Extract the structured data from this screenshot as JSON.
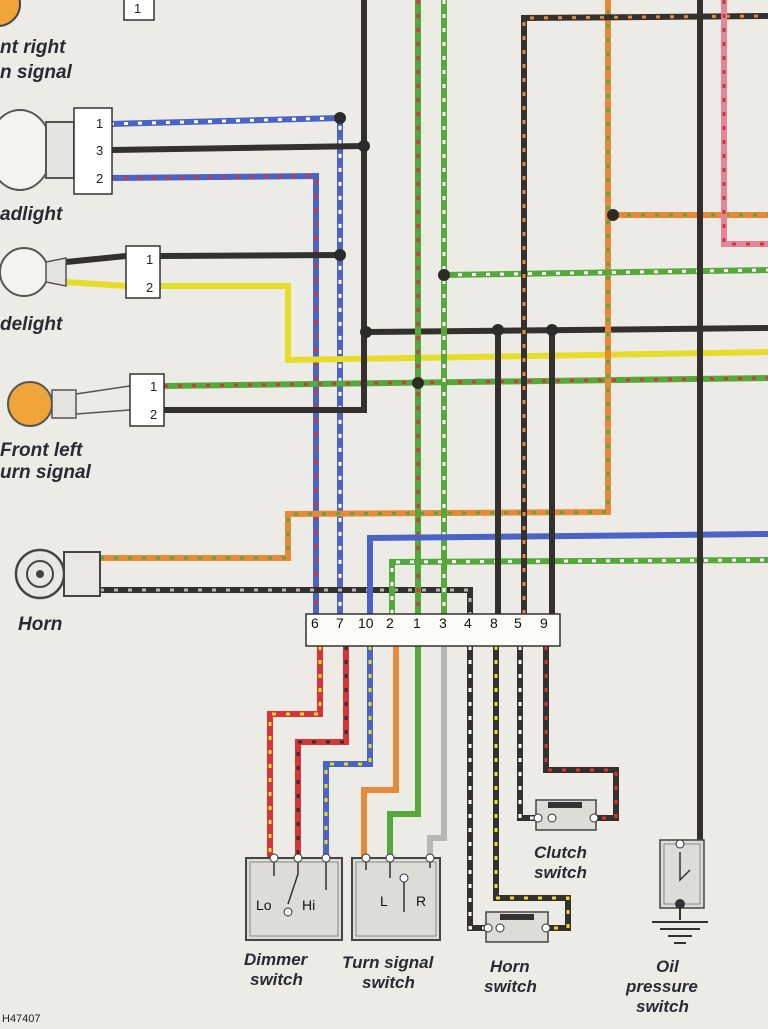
{
  "diagram": {
    "labels": {
      "front_right_turn_signal_l1": "nt right",
      "front_right_turn_signal_l2": "n signal",
      "headlight": "adlight",
      "sidelight": "delight",
      "front_left_turn_signal_l1": "Front left",
      "front_left_turn_signal_l2": "urn signal",
      "horn": "Horn",
      "dimmer_switch_l1": "Dimmer",
      "dimmer_switch_l2": "switch",
      "turn_signal_switch_l1": "Turn signal",
      "turn_signal_switch_l2": "switch",
      "horn_switch_l1": "Horn",
      "horn_switch_l2": "switch",
      "clutch_switch_l1": "Clutch",
      "clutch_switch_l2": "switch",
      "oil_pressure_switch_l1": "Oil",
      "oil_pressure_switch_l2": "pressure",
      "oil_pressure_switch_l3": "switch",
      "figure_code": "H47407"
    },
    "terminal_block": [
      "6",
      "7",
      "10",
      "2",
      "1",
      "3",
      "4",
      "8",
      "5",
      "9"
    ],
    "dimmer_positions": {
      "lo": "Lo",
      "hi": "Hi"
    },
    "turn_positions": {
      "left": "L",
      "right": "R"
    },
    "connector_pins": {
      "front_right": [
        "1"
      ],
      "headlight": [
        "1",
        "3",
        "2"
      ],
      "sidelight": [
        "1",
        "2"
      ],
      "front_left": [
        "1",
        "2"
      ]
    },
    "wire_colors": {
      "blue": "#4a63c4",
      "black": "#33302e",
      "green": "#55a83a",
      "orange": "#e8893a",
      "yellow": "#e6dc2a",
      "red": "#d7343a",
      "grey": "#b7b7b3",
      "pink": "#e8849a"
    }
  }
}
